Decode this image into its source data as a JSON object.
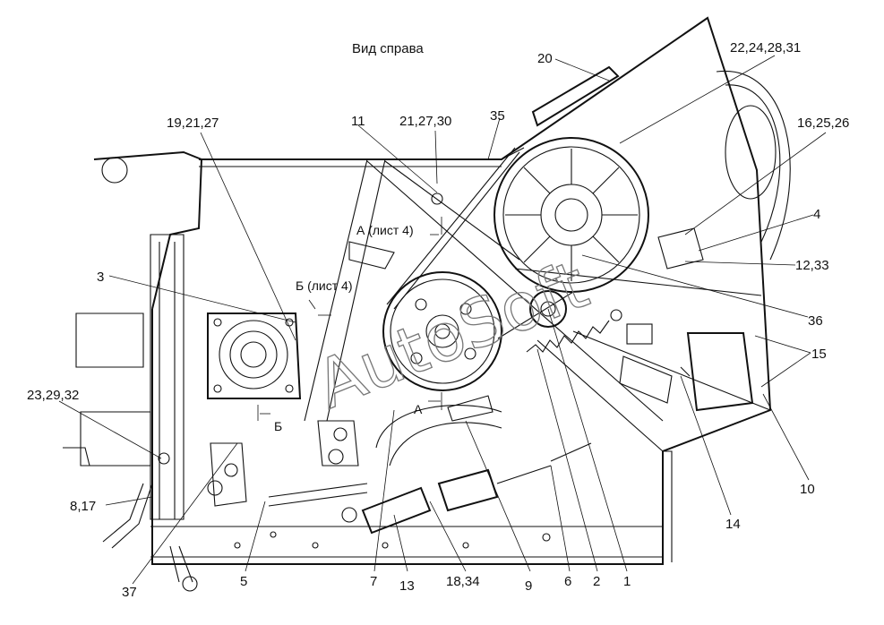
{
  "title": "Вид справа",
  "watermark": "AutoSoft",
  "callouts": [
    "20",
    "22,24,28,31",
    "16,25,26",
    "4",
    "12,33",
    "36",
    "15",
    "10",
    "14",
    "1",
    "2",
    "6",
    "9",
    "18,34",
    "13",
    "7",
    "5",
    "37",
    "8,17",
    "23,29,32",
    "3",
    "19,21,27",
    "11",
    "21,27,30",
    "35"
  ],
  "section_marks": {
    "a_sheet": "А (лист 4)",
    "b_sheet": "Б (лист 4)",
    "a": "А",
    "b": "Б"
  }
}
